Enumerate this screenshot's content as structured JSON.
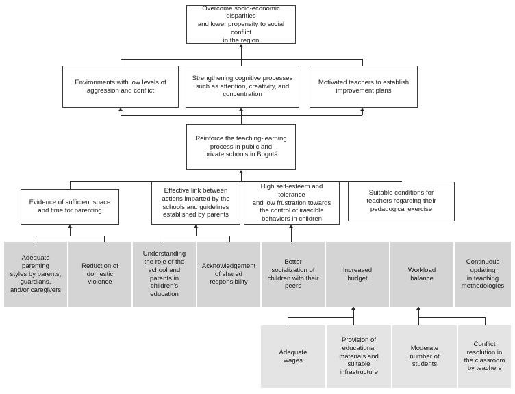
{
  "diagram": {
    "title": "Objectives tree diagram",
    "colors": {
      "box_border": "#3b3b3b",
      "box_fill": "#ffffff",
      "gray_fill": "#d4d4d4",
      "gray_fill_light": "#e4e4e4",
      "connector": "#2b2b2b"
    },
    "levels": {
      "goal": {
        "text": "Overcome socio-economic disparities\nand lower propensity to social conflict\nin the region"
      },
      "outcomes": [
        {
          "text": "Environments with low levels of\naggression and conflict"
        },
        {
          "text": "Strengthening cognitive processes\nsuch as attention, creativity, and\nconcentration"
        },
        {
          "text": "Motivated teachers to establish\nimprovement plans"
        }
      ],
      "purpose": {
        "text": "Reinforce the teaching-learning\nprocess in public and\nprivate schools in Bogotá"
      },
      "components": [
        {
          "text": "Evidence of sufficient space\nand time for parenting"
        },
        {
          "text": "Effective link between\nactions imparted by the\nschools and guidelines\nestablished by parents"
        },
        {
          "text": "High self-esteem and tolerance\nand low frustration towards\nthe control of irascible\nbehaviors in children"
        },
        {
          "text": "Suitable conditions for\nteachers regarding their\npedagogical exercise"
        }
      ],
      "activities": [
        {
          "text": "Adequate\nparenting\nstyles by parents,\nguardians,\nand/or caregivers"
        },
        {
          "text": "Reduction of\ndomestic\nviolence"
        },
        {
          "text": "Understanding\nthe role of the\nschool and\nparents in\nchildren's\neducation"
        },
        {
          "text": "Acknowledgement\nof shared\nresponsibility"
        },
        {
          "text": "Better\nsocialization of\nchildren with their\npeers"
        },
        {
          "text": "Increased\nbudget"
        },
        {
          "text": "Workload\nbalance"
        },
        {
          "text": "Continuous\nupdating\nin teaching\nmethodologies"
        }
      ],
      "sub_activities": [
        {
          "text": "Adequate\nwages"
        },
        {
          "text": "Provision of\neducational\nmaterials and\nsuitable\ninfrastructure"
        },
        {
          "text": "Moderate\nnumber of\nstudents"
        },
        {
          "text": "Conflict\nresolution in\nthe classroom\nby teachers"
        }
      ]
    }
  }
}
